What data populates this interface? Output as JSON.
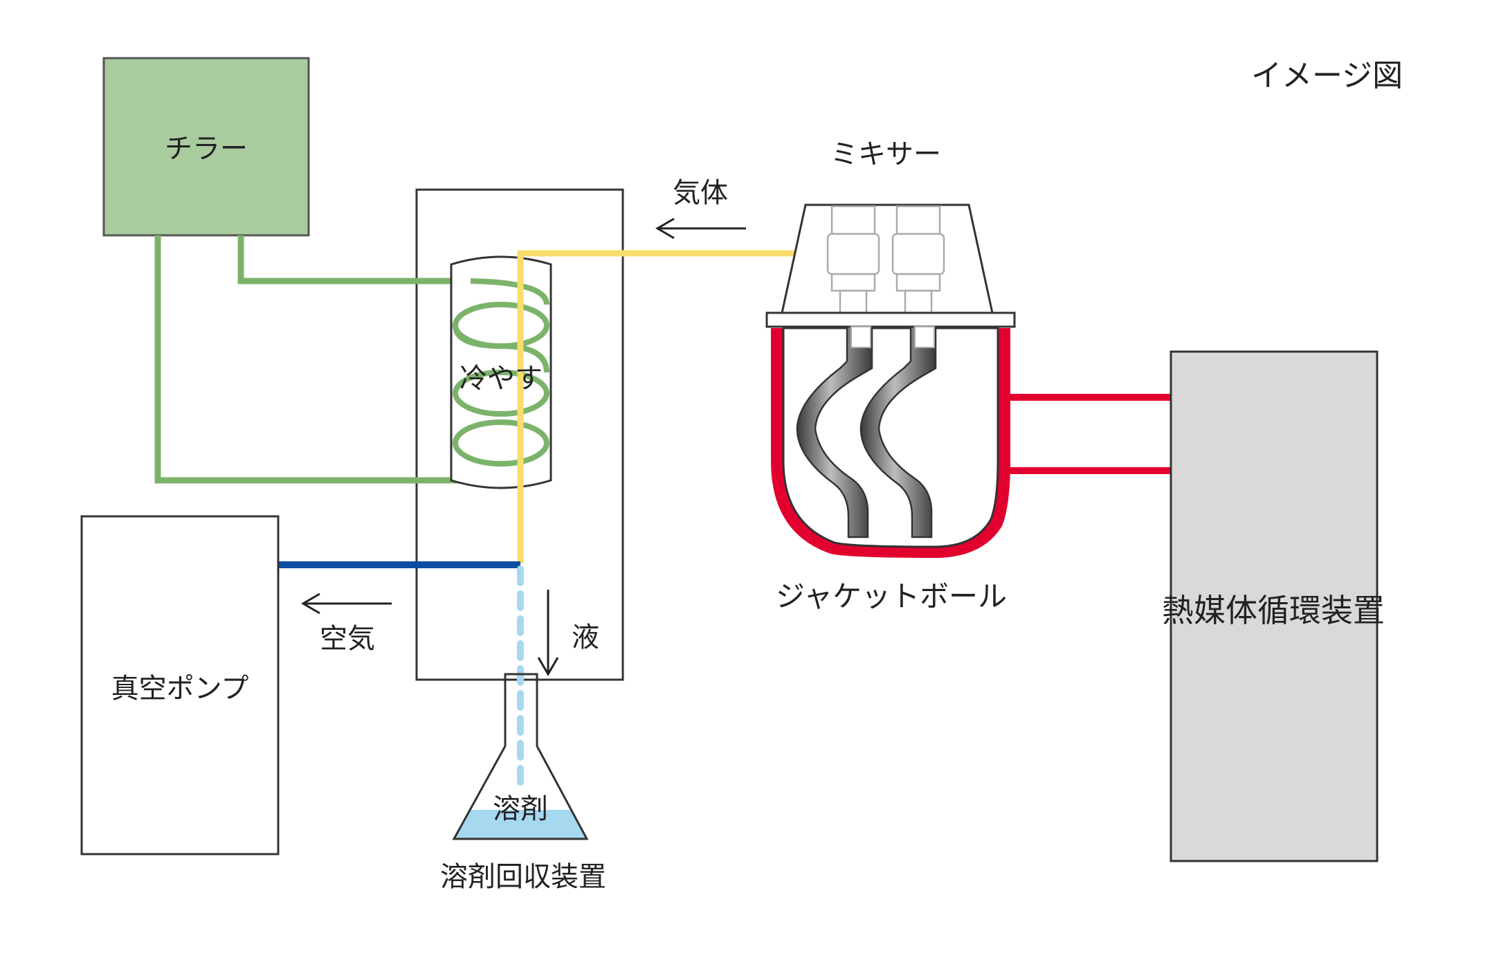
{
  "title_note": "イメージ図",
  "labels": {
    "chiller": "チラー",
    "mixer": "ミキサー",
    "gas": "気体",
    "cool": "冷やす",
    "liquid": "液",
    "air": "空気",
    "vacuum_pump": "真空ポンプ",
    "solvent": "溶剤",
    "solvent_recovery": "溶剤回収装置",
    "jacket_bowl": "ジャケットボール",
    "heat_medium_unit": "熱媒体循環装置"
  },
  "colors": {
    "chiller_fill": "#a9cc9f",
    "coolant_line": "#7cb36b",
    "gas_line": "#f8dd6b",
    "air_line": "#0b4ea3",
    "liquid_drops": "#a6d8f0",
    "solvent_fill": "#a6d8f0",
    "heat_line": "#e2002f",
    "heat_unit_fill": "#d9d9d9",
    "blade_dark": "#4a4a4a",
    "outline": "#333333"
  }
}
